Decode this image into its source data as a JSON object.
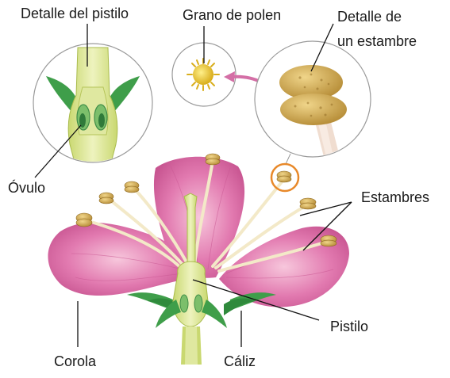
{
  "labels": {
    "pistil_detail": "Detalle del pistilo",
    "pollen_grain": "Grano de polen",
    "stamen_detail_line1": "Detalle de",
    "stamen_detail_line2": "un estambre",
    "ovule": "Óvulo",
    "stamens": "Estambres",
    "corolla": "Corola",
    "calyx": "Cáliz",
    "pistil": "Pistilo"
  },
  "colors": {
    "petal": "#e27ab0",
    "petal_dark": "#c85591",
    "petal_light": "#f3b7d4",
    "sepal": "#3f9e4a",
    "pistil_fill": "#dfe8a0",
    "pistil_inner": "#c9d870",
    "ovule": "#4fa55a",
    "filament": "#f3e9c8",
    "anther": "#c9a24c",
    "pollen": "#e5c42c",
    "highlight_circle": "#e8892a",
    "arrow": "#d46fa6",
    "leader_line": "#111111",
    "zoom_circle": "#9a9a9a"
  }
}
